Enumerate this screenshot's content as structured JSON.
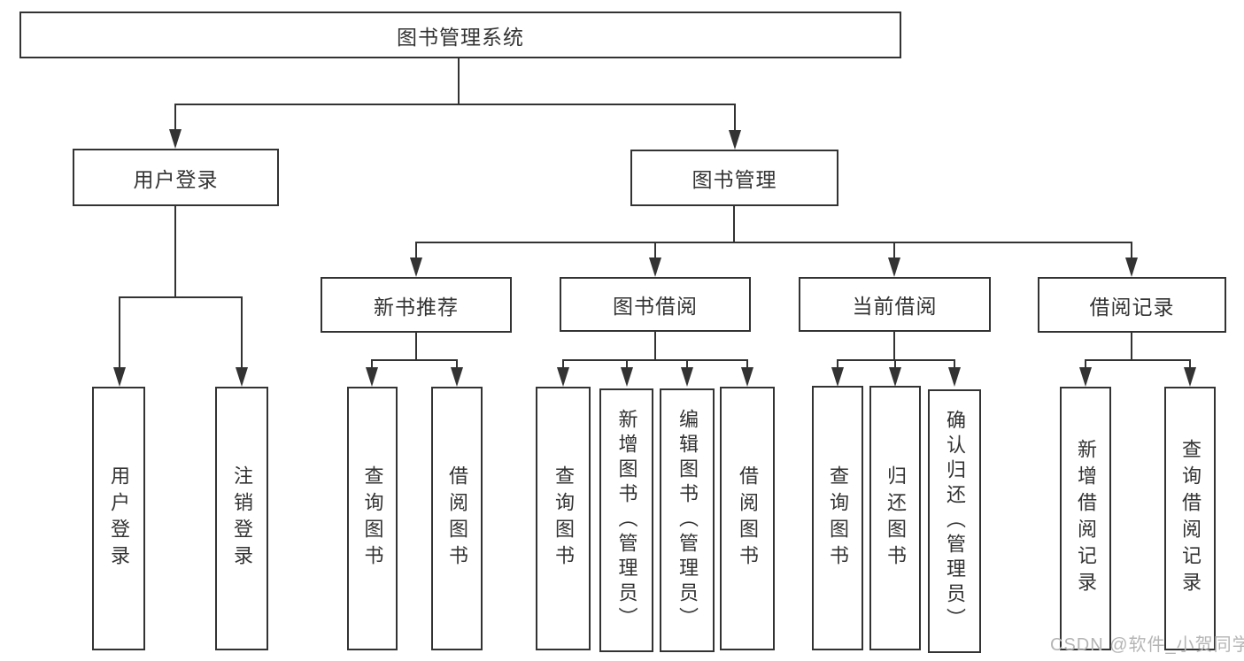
{
  "nodes": {
    "root": "图书管理系统",
    "user_login": "用户登录",
    "book_mgmt": "图书管理",
    "new_book_rec": "新书推荐",
    "book_borrow": "图书借阅",
    "current_borrow": "当前借阅",
    "borrow_records": "借阅记录",
    "leaf_user_login": "用户登录",
    "leaf_logout": "注销登录",
    "rec_query_books": "查询图书",
    "rec_borrow_books": "借阅图书",
    "bb_query_books": "查询图书",
    "bb_add_books": "新增图书（管理员）",
    "bb_edit_books": "编辑图书（管理员）",
    "bb_borrow_books": "借阅图书",
    "cb_query_books": "查询图书",
    "cb_return_books": "归还图书",
    "cb_confirm_return": "确认归还（管理员）",
    "br_add_record": "新增借阅记录",
    "br_query_record": "查询借阅记录"
  },
  "watermark": "CSDN @软件_小贺同学",
  "colors": {
    "line": "#333333",
    "text": "#333333",
    "background": "#ffffff",
    "watermark": "#b5b5b5"
  }
}
